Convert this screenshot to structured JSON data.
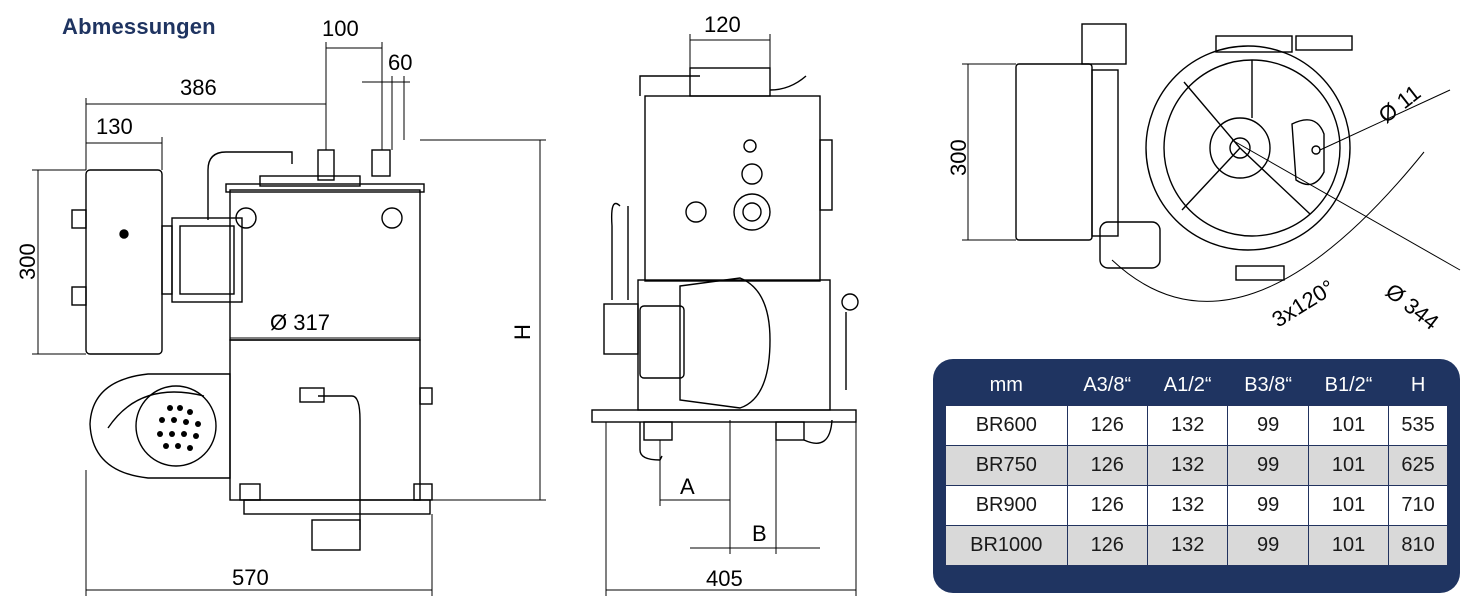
{
  "title": "Abmessungen",
  "colors": {
    "brand": "#1f3461",
    "line": "#000000",
    "row_alt": "#d9d9d9"
  },
  "dimensions": {
    "d100": "100",
    "d60": "60",
    "d386": "386",
    "d130": "130",
    "d300_left": "300",
    "d317": "Ø 317",
    "dH": "H",
    "d570": "570",
    "d120": "120",
    "dA": "A",
    "dB": "B",
    "d405": "405",
    "d300_right": "300",
    "d11": "Ø 11",
    "d344": "Ø 344",
    "d3x120": "3x120°"
  },
  "table": {
    "headers": [
      "mm",
      "A3/8“",
      "A1/2“",
      "B3/8“",
      "B1/2“",
      "H"
    ],
    "rows": [
      [
        "BR600",
        "126",
        "132",
        "99",
        "101",
        "535"
      ],
      [
        "BR750",
        "126",
        "132",
        "99",
        "101",
        "625"
      ],
      [
        "BR900",
        "126",
        "132",
        "99",
        "101",
        "710"
      ],
      [
        "BR1000",
        "126",
        "132",
        "99",
        "101",
        "810"
      ]
    ]
  }
}
